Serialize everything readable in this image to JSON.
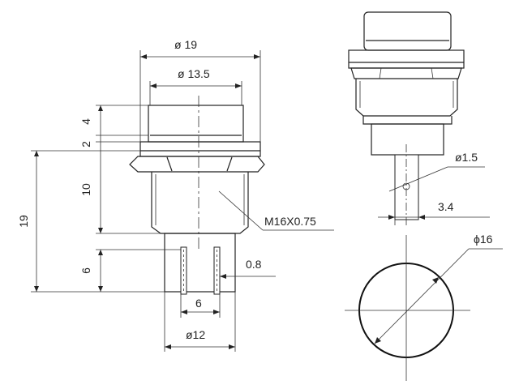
{
  "dimensions": {
    "dia_19": "ø 19",
    "dia_13_5": "ø 13.5",
    "h_4": "4",
    "h_2": "2",
    "h_10": "10",
    "h_19": "19",
    "h_6": "6",
    "thread": "M16X0.75",
    "pin_width": "0.8",
    "pin_pitch": "6",
    "dia_12": "ø12",
    "hole_dia": "ø1.5",
    "pin_offset": "3.4",
    "dia_16": "ϕ16"
  },
  "colors": {
    "line": "#222222",
    "background": "#ffffff"
  }
}
